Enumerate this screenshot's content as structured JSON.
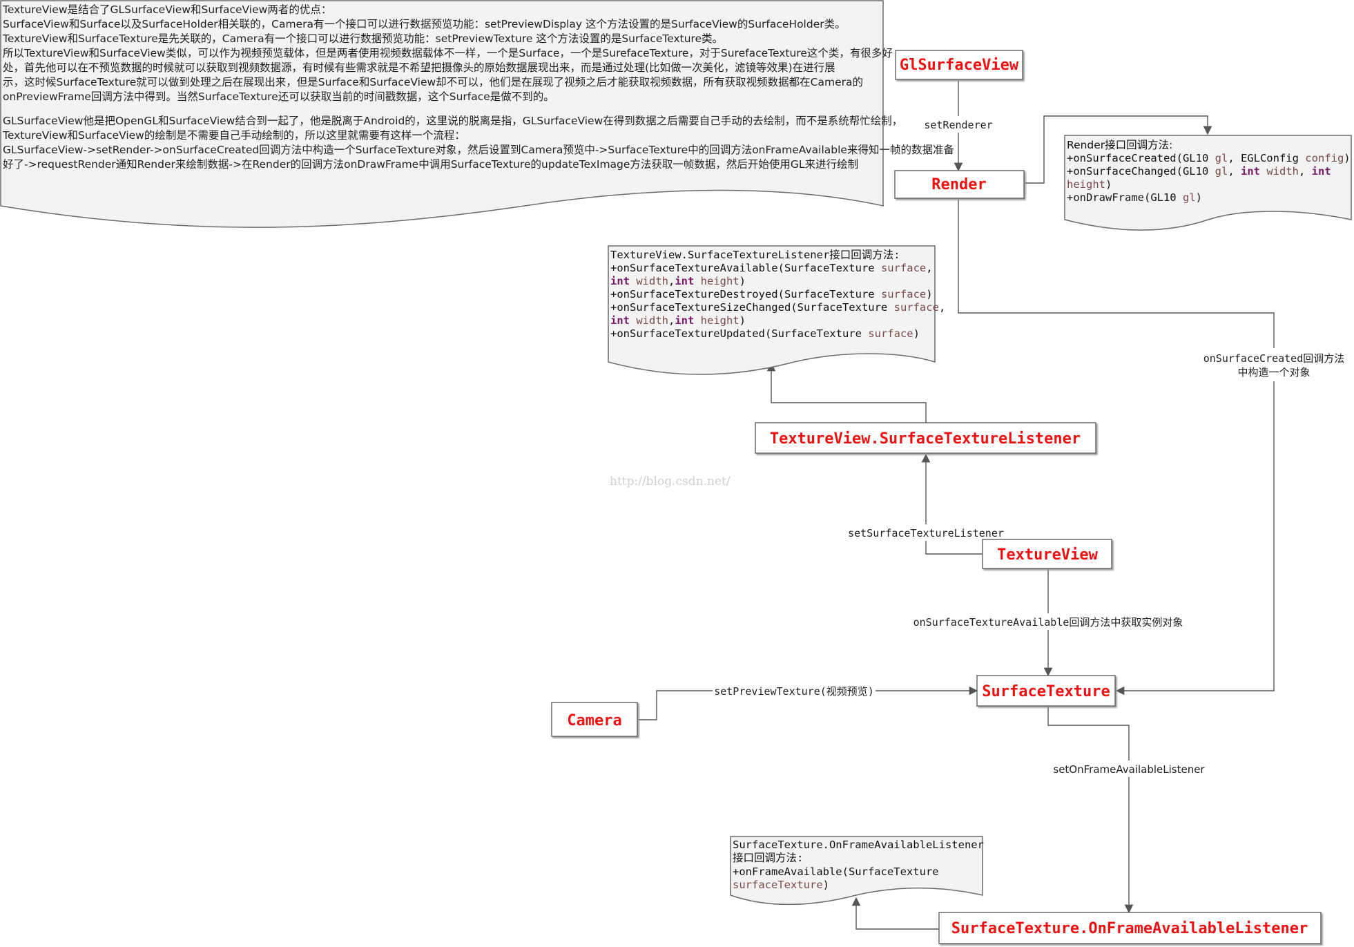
{
  "description": {
    "lines": [
      "TextureView是结合了GLSurfaceView和SurfaceView两者的优点：",
      "SurfaceView和Surface以及SurfaceHolder相关联的，Camera有一个接口可以进行数据预览功能：setPreviewDisplay 这个方法设置的是SurfaceView的SurfaceHolder类。",
      "TextureView和SurfaceTexture是先关联的，Camera有一个接口可以进行数据预览功能：setPreviewTexture 这个方法设置的是SurfaceTexture类。",
      "所以TextureView和SurfaceView类似，可以作为视频预览载体，但是两者使用视频数据载体不一样，一个是Surface，一个是SurefaceTexture，对于SurefaceTexture这个类，有很多好",
      "处，首先他可以在不预览数据的时候就可以获取到视频数据源，有时候有些需求就是不希望把摄像头的原始数据展现出来，而是通过处理(比如做一次美化，滤镜等效果)在进行展",
      "示，这时候SurfaceTexture就可以做到处理之后在展现出来，但是Surface和SurfaceView却不可以，他们是在展现了视频之后才能获取视频数据，所有获取视频数据都在Camera的",
      "onPreviewFrame回调方法中得到。当然SurfaceTexture还可以获取当前的时间戳数据，这个Surface是做不到的。",
      "GLSurfaceView他是把OpenGL和SurfaceView结合到一起了，他是脱离于Android的，这里说的脱离是指，GLSurfaceView在得到数据之后需要自己手动的去绘制，而不是系统帮忙绘制，",
      "TextureView和SurfaceView的绘制是不需要自己手动绘制的，所以这里就需要有这样一个流程：",
      "GLSurfaceView->setRender->onSurfaceCreated回调方法中构造一个SurfaceTexture对象，然后设置到Camera预览中->SurfaceTexture中的回调方法onFrameAvailable来得知一帧的数据准备",
      "好了->requestRender通知Render来绘制数据->在Render的回调方法onDrawFrame中调用SurfaceTexture的updateTexImage方法获取一帧数据，然后开始使用GL来进行绘制"
    ]
  },
  "nodes": {
    "glsurfaceview": "GlSurfaceView",
    "render": "Render",
    "textureview_listener": "TextureView.SurfaceTextureListener",
    "textureview": "TextureView",
    "surfacetexture": "SurfaceTexture",
    "camera": "Camera",
    "frame_listener": "SurfaceTexture.OnFrameAvailableListener"
  },
  "edges": {
    "set_renderer": "setRenderer",
    "on_surface_created_1": "onSurfaceCreated回调方法",
    "on_surface_created_2": "中构造一个对象",
    "set_surface_texture_listener": "setSurfaceTextureListener",
    "on_surface_texture_available": "onSurfaceTextureAvailable回调方法中获取实例对象",
    "set_preview_texture": "setPreviewTexture(视频预览)",
    "set_on_frame_available_listener": "setOnFrameAvailableListener"
  },
  "notes": {
    "render": {
      "title": "Render接口回调方法:",
      "m1_pre": "+onSurfaceCreated(GL10 ",
      "m1_v1": "gl",
      "m1_mid": ", EGLConfig ",
      "m1_v2": "config",
      "m1_post": ")",
      "m2_pre": "+onSurfaceChanged(GL10 ",
      "m2_v1": "gl",
      "m2_mid1": ", ",
      "m2_kw1": "int",
      "m2_mid2": " ",
      "m2_v2": "width",
      "m2_mid3": ", ",
      "m2_kw2": "int",
      "m2_v3": "height",
      "m2_post": ")",
      "m3_pre": "+onDrawFrame(GL10 ",
      "m3_v1": "gl",
      "m3_post": ")"
    },
    "textureview_listener": {
      "title": "TextureView.SurfaceTextureListener接口回调方法:",
      "m1_pre": "+onSurfaceTextureAvailable(SurfaceTexture ",
      "m1_v1": "surface",
      "m1_post": ",",
      "m1b_kw1": "int",
      "m1b_v1": " width",
      "m1b_sep": ",",
      "m1b_kw2": "int",
      "m1b_v2": " height",
      "m1b_post": ")",
      "m2_pre": "+onSurfaceTextureDestroyed(SurfaceTexture ",
      "m2_v1": "surface",
      "m2_post": ")",
      "m3_pre": "+onSurfaceTextureSizeChanged(SurfaceTexture ",
      "m3_v1": "surface",
      "m3_post": ",",
      "m3b_kw1": "int",
      "m3b_v1": " width",
      "m3b_sep": ",",
      "m3b_kw2": "int",
      "m3b_v2": " height",
      "m3b_post": ")",
      "m4_pre": "+onSurfaceTextureUpdated(SurfaceTexture ",
      "m4_v1": "surface",
      "m4_post": ")"
    },
    "frame_listener": {
      "title1": "SurfaceTexture.OnFrameAvailableListener",
      "title2": "接口回调方法:",
      "m1": "+onFrameAvailable(SurfaceTexture",
      "m1_v1": "surfaceTexture",
      "m1_post": ")"
    }
  },
  "watermark": "http://blog.csdn.net/",
  "colors": {
    "node_title": "#ee1111",
    "keyword": "#7a1a6a",
    "variable": "#7a4a4a",
    "line": "#555555"
  }
}
